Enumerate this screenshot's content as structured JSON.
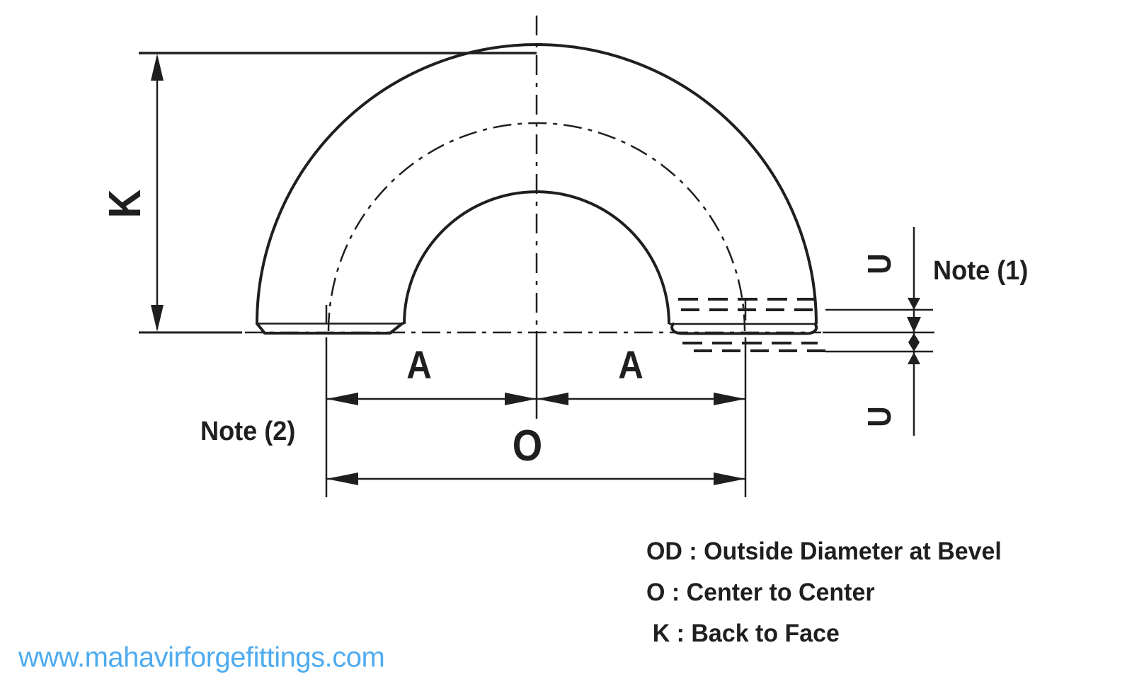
{
  "colors": {
    "line": "#1f1f1f",
    "watermark": "#4fabef",
    "background": "#ffffff"
  },
  "labels": {
    "k": "K",
    "a_left": "A",
    "a_right": "A",
    "o": "O",
    "u_top": "U",
    "u_bottom": "U"
  },
  "notes": {
    "note1": "Note (1)",
    "note2": "Note (2)"
  },
  "legend": {
    "lines": [
      "OD : Outside Diameter at Bevel",
      "O : Center to Center",
      "K : Back to Face"
    ]
  },
  "watermark": {
    "text": "www.mahavirforgefittings.com"
  }
}
